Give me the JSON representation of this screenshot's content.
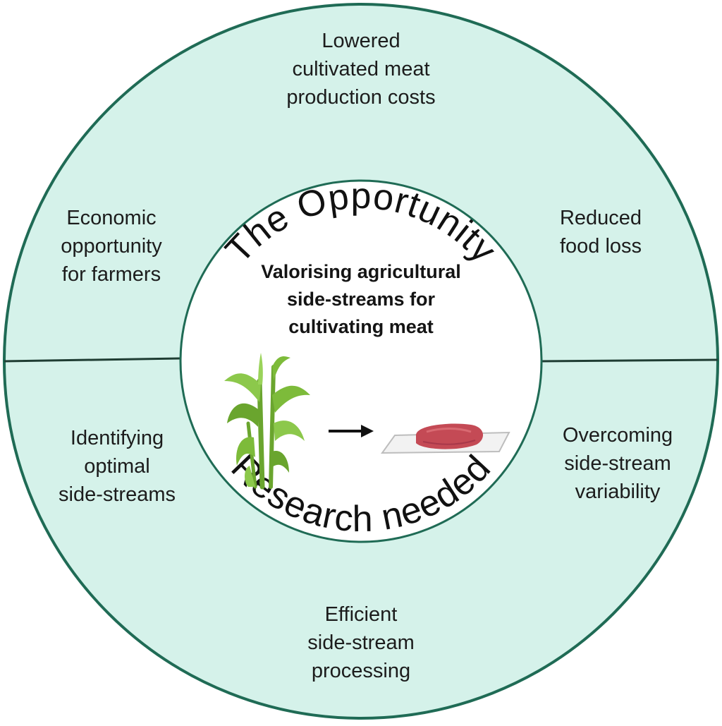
{
  "colors": {
    "ring_fill": "#d5f2ea",
    "ring_stroke": "#1f6b55",
    "center_fill": "#ffffff",
    "divider": "#1f3d33",
    "plant_green": "#7dbb3a",
    "meat_red": "#c44a55"
  },
  "ring": {
    "top_title": "The Opportunity",
    "bottom_title": "Research needed"
  },
  "center": {
    "title": "Valorising agricultural\nside-streams for\ncultivating meat",
    "icons": [
      "plant-icon",
      "arrow-right-icon",
      "meat-on-tray-icon"
    ]
  },
  "opportunity": {
    "top": "Lowered\ncultivated meat\nproduction costs",
    "left": "Economic\nopportunity\nfor farmers",
    "right": "Reduced\nfood loss"
  },
  "research": {
    "left": "Identifying\noptimal\nside-streams",
    "right": "Overcoming\nside-stream\nvariability",
    "bottom": "Efficient\nside-stream\nprocessing"
  }
}
